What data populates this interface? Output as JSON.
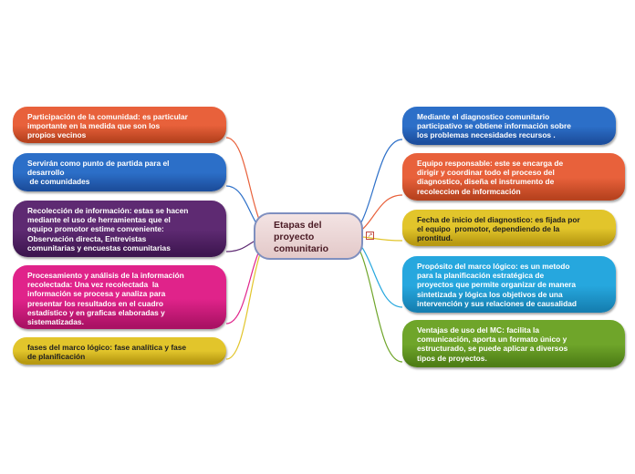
{
  "center": {
    "title": "Etapas del\nproyecto\ncomunitario"
  },
  "colors": {
    "orange": "#e8613b",
    "blue": "#2c6fc8",
    "purple": "#5e2a72",
    "pink": "#e0238a",
    "yellow": "#e2c52b",
    "cyan": "#26a7de",
    "green": "#6fa52a"
  },
  "left_nodes": [
    {
      "text": "Participación de la comunidad: es particular\nimportante en la medida que son los\npropios vecinos",
      "color": "orange"
    },
    {
      "text": "Servirán como punto de partida para el\ndesarrollo\n de comunidades",
      "color": "blue"
    },
    {
      "text": "Recolección de información: estas se hacen\nmediante el uso de herramientas que el\nequipo promotor estime conveniente:\nObservación directa, Entrevistas\ncomunitarias y encuestas comunitarias",
      "color": "purple"
    },
    {
      "text": "Procesamiento y análisis de la información\nrecolectada: Una vez recolectada  la\ninformación se procesa y analiza para\npresentar los resultados en el cuadro\nestadístico y en graficas elaboradas y\nsistematizadas.",
      "color": "pink"
    },
    {
      "text": "fases del marco lógico: fase analítica y fase\nde planificación",
      "color": "yellow"
    }
  ],
  "right_nodes": [
    {
      "text": "Mediante el diagnostico comunitario\nparticipativo se obtiene información sobre\nlos problemas necesidades recursos .",
      "color": "blue"
    },
    {
      "text": "Equipo responsable: este se encarga de\ndirigir y coordinar todo el proceso del\ndiagnostico, diseña el instrumento de\nrecoleccion de informcación",
      "color": "orange"
    },
    {
      "text": "Fecha de inicio del diagnostico: es fijada por\nel equipo  promotor, dependiendo de la\nprontitud.",
      "color": "yellow"
    },
    {
      "text": "Propósito del marco lógico: es un metodo\npara la planificación estratégica de\nproyectos que permite organizar de manera\nsintetizada y lógica los objetivos de una\nintervención y sus relaciones de causalidad",
      "color": "cyan"
    },
    {
      "text": "Ventajas de uso del MC: facilita la\ncomunicación, aporta un formato único y\nestructurado, se puede aplicar a diversos\ntipos de proyectos.",
      "color": "green"
    }
  ]
}
